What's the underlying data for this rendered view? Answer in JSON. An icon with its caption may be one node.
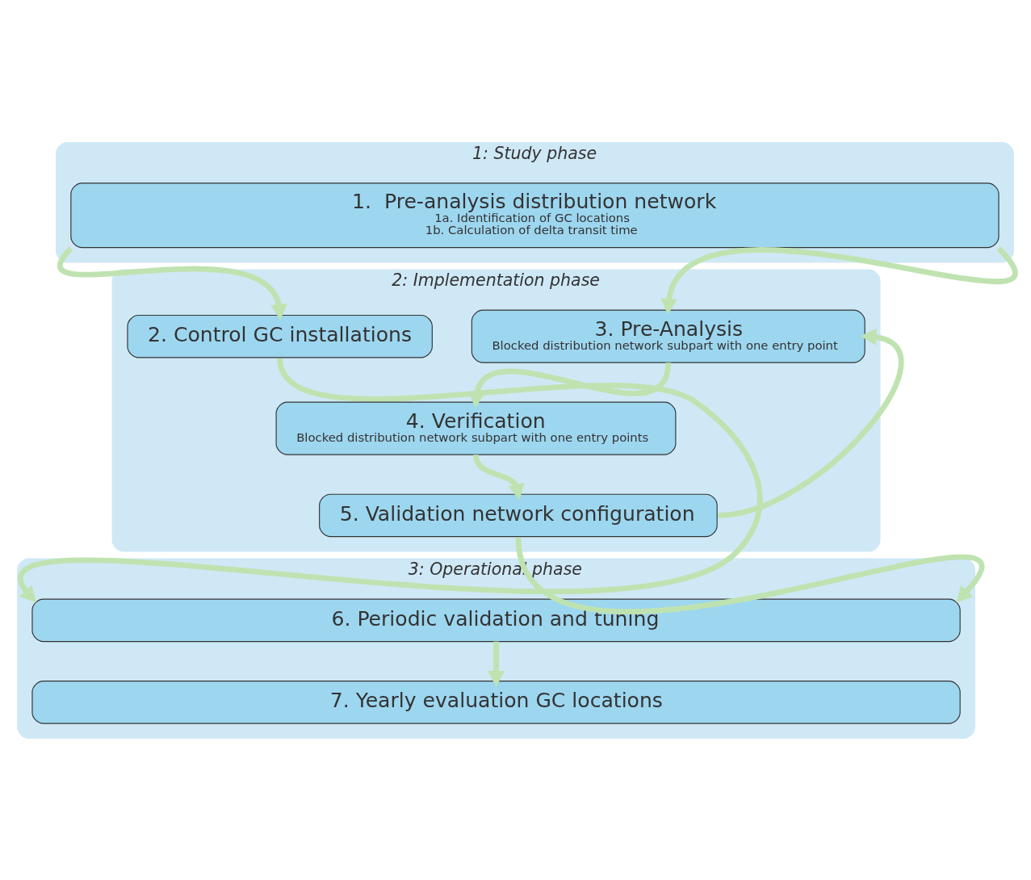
{
  "diagram": {
    "nodes": [
      {
        "text": [
          "1: Study phase"
        ]
      },
      {
        "text": [
          "1.  Pre-analysis distribution network",
          "1a. Identification of GC locations",
          "1b. Calculation of delta transit time"
        ],
        "in": 0
      },
      {
        "text": [
          "2: Implementation phase"
        ]
      },
      {
        "text": [
          "2. Control GC installations"
        ],
        "in": 2
      },
      {
        "text": [
          "3. Pre-Analysis",
          "Blocked distribution network subpart with one entry point"
        ],
        "in": 2
      },
      {
        "text": [
          "4. Verification",
          "Blocked distribution network subpart with one entry points"
        ],
        "in": 2
      },
      {
        "text": [
          "5. Validation network configuration"
        ],
        "in": 2
      },
      {
        "text": [
          "3: Operational phase"
        ]
      },
      {
        "text": [
          "6. Periodic validation and tuning"
        ],
        "in": 7
      },
      {
        "text": [
          "7. Yearly evaluation GC locations"
        ],
        "in": 7
      }
    ],
    "edges": [
      {
        "from": 1,
        "to": 3,
        "arrow": "to"
      },
      {
        "from": 1,
        "to": 4,
        "arrow": "to"
      },
      {
        "from": 4,
        "to": 5,
        "arrow": "to"
      },
      {
        "from": 5,
        "to": 6,
        "arrow": "to"
      },
      {
        "from": 6,
        "to": 4,
        "arrow": "to"
      },
      {
        "from": 3,
        "to": 8,
        "arrow": "to"
      },
      {
        "from": 6,
        "to": 8,
        "arrow": "to"
      },
      {
        "from": 8,
        "to": 9,
        "arrow": "to"
      }
    ]
  }
}
